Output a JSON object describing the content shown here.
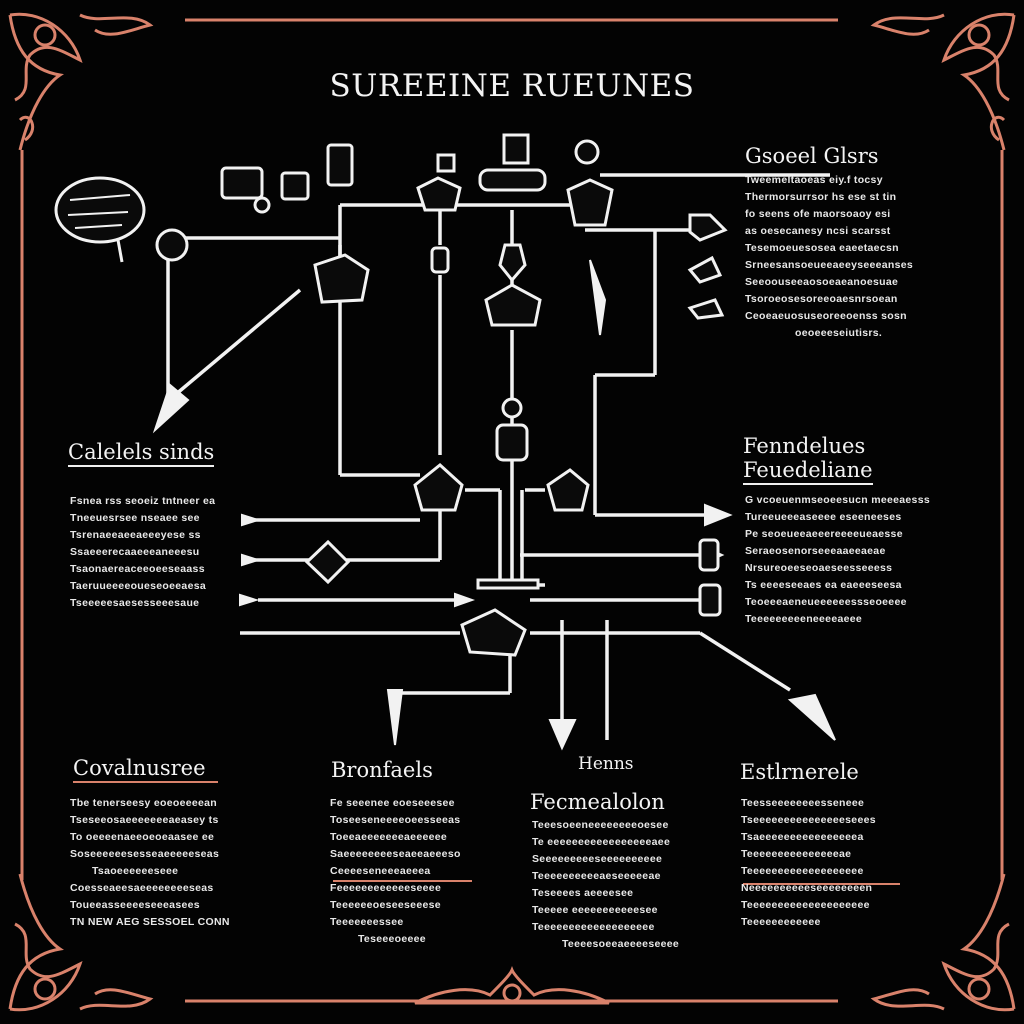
{
  "title": "SUREEINE RUEUNES",
  "colors": {
    "background": "#030303",
    "ink": "#f2f2f2",
    "accent": "#d9826b"
  },
  "sections": {
    "top_right": {
      "heading": "Gsoeel Glsrs",
      "lines": [
        "Tweemeltaoeas eiy.f tocsy",
        "Thermorsurrsor hs ese st tin",
        "fo seens ofe maorsoaoy esi",
        "as oesecanesy ncsi scarsst",
        "Tesemoeuesosea eaeetaecsn",
        "Srneesansoeueeaeeyseeeanses",
        "Seeoouseeaosoeaeanoesuae",
        "Tsoroeosesoreeoaesnrsoean",
        "Ceoeaeuosuseoreeoenss sosn",
        "oeoeeeseiutisrs."
      ]
    },
    "left_mid": {
      "heading": "Calelels sinds",
      "lines": [
        "Fsnea rss seoeiz tntneer ea",
        "Tneeuesrsee nseaee see",
        "Tsrenaeeaeeaeeeyese ss",
        "Ssaeeerecaaeeeaneeesu",
        "Tsaonaereaceeoeeseaass",
        "Taeruueeeeoueseoeeaesa",
        "Tseeeeesaesesseeesaue"
      ]
    },
    "right_mid": {
      "heading": "Fenndelues",
      "subheading": "Feuedeliane",
      "lines": [
        "G vcoeuenmseoeesucn meeeaesss",
        "Tureeueeeaseeee eseeneeses",
        "Pe seoeueeaeeereeeeueaesse",
        "Seraeosenorseeeaaeeaeae",
        "Nrsureoeeseoaeseesseeess",
        "Ts eeeeseeaes ea eaeeeseesa",
        "Teoeeeaeneueeeeeessseoeeee",
        "Teeeeeeeeeneeeeaeee"
      ]
    },
    "bottom_1": {
      "heading": "Covalnusree",
      "lines": [
        "Tbe tenerseesy eoeoeeeean",
        "Tseseeosaeeeeeeeaeasey ts",
        "To oeeeenaeeoeoeaasee ee",
        "Soseeeeeesesseaeeeeeseas",
        "Tsaoeeeeeeseee",
        "Coesseaeesaeeeeeeeeseas",
        "Toueeasseeeeseeeasees",
        "TN NEW AEG SESSOEL CONN"
      ]
    },
    "bottom_2": {
      "heading": "Bronfaels",
      "lines": [
        "Fe seeenee eoeseeesee",
        "Toseeseneeeeoeesseeas",
        "Toeeaeeeeeeeaeeeeee",
        "Saeeeeeeeeseaeeaeeeso",
        "Ceeeeseneeeaeeea",
        "Feeeeeeeeeeeeseeee",
        "Teeeeeeoeseeseeese",
        "Teeeeeeessee",
        "Teseeeoeeee"
      ]
    },
    "bottom_3": {
      "label_top": "Henns",
      "heading": "Fecmealolon",
      "lines": [
        "Teeesoeeneeeeeeeeoesee",
        "Te eeeeeeeeeeeeeeeeeaee",
        "Seeeeeeeeeseeeeeeeeee",
        "Teeeeeeeeeeaeseeeeeae",
        "Teseeees aeeeesee",
        "Teeeee eeeeeeeeeeesee",
        "Teeeeeeeeeeeeeeeeeee",
        "Teeeesoeeaeeeeseeee"
      ]
    },
    "bottom_4": {
      "heading": "Estlrnerele",
      "lines": [
        "Teesseeeeeeeesseneee",
        "Tseeeeeeeeeeeeeeeseees",
        "Tsaeeeeeeeeeeeeeeeea",
        "Teeeeeeeeeeeeeeeae",
        "Teeeeeeeeeeeeeeeeeee",
        "Neeeeeeeeeeseeeeeeeen",
        "Teeeeeeeeeeeeeeeeeeee",
        "Teeeeeeeeeeee"
      ]
    }
  }
}
